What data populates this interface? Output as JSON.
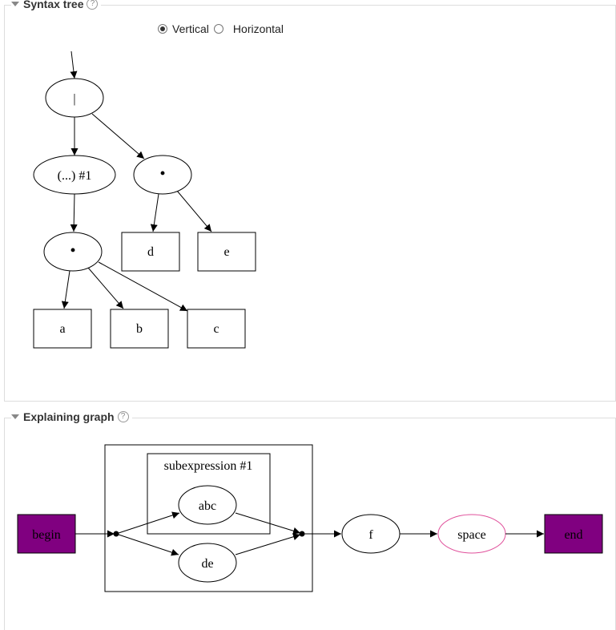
{
  "syntax_tree": {
    "title": "Syntax tree",
    "help_icon": "?",
    "orientation": {
      "options": [
        {
          "label": "Vertical",
          "checked": true
        },
        {
          "label": "Horizontal",
          "checked": false
        }
      ]
    },
    "nodes": {
      "alt": "|",
      "group": "(...) #1",
      "concat1": "•",
      "concat2": "•",
      "a": "a",
      "b": "b",
      "c": "c",
      "d": "d",
      "e": "e"
    }
  },
  "explaining_graph": {
    "title": "Explaining graph",
    "help_icon": "?",
    "subexpression_label": "subexpression #1",
    "nodes": {
      "begin": "begin",
      "abc": "abc",
      "de": "de",
      "f": "f",
      "space": "space",
      "end": "end"
    },
    "colors": {
      "terminal_fill": "#800080",
      "space_border": "#e0509b"
    }
  }
}
